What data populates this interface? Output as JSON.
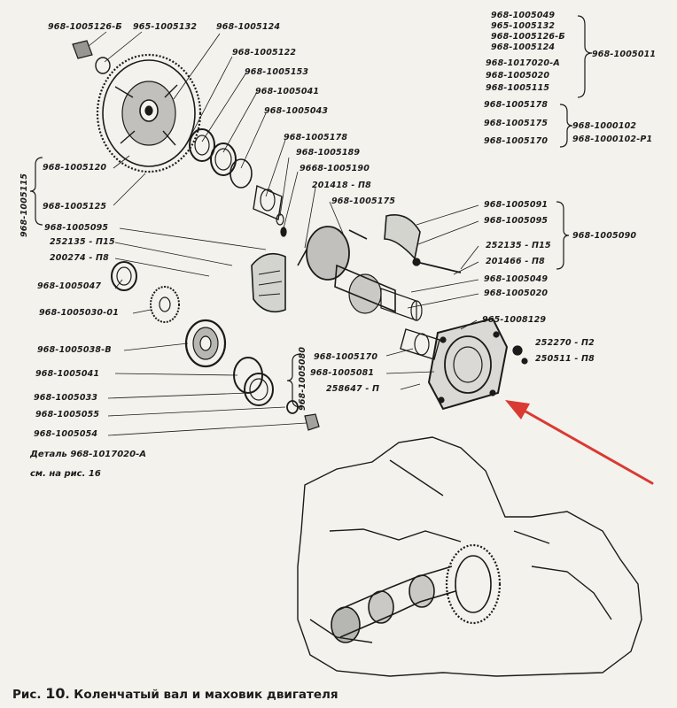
{
  "labels": [
    {
      "name": "label-968-1005126-b",
      "text": "968-1005126-Б"
    },
    {
      "name": "label-965-1005132",
      "text": "965-1005132"
    },
    {
      "name": "label-968-1005124",
      "text": "968-1005124"
    },
    {
      "name": "label-968-1005122",
      "text": "968-1005122"
    },
    {
      "name": "label-968-1005153",
      "text": "968-1005153"
    },
    {
      "name": "label-968-1005041-a",
      "text": "968-1005041"
    },
    {
      "name": "label-968-1005043",
      "text": "968-1005043"
    },
    {
      "name": "label-968-1005178",
      "text": "968-1005178"
    },
    {
      "name": "label-968-1005189",
      "text": "968-1005189"
    },
    {
      "name": "label-9668-1005190",
      "text": "9668-1005190"
    },
    {
      "name": "label-201418-p8",
      "text": "201418 - П8"
    },
    {
      "name": "label-968-1005175",
      "text": "968-1005175"
    },
    {
      "name": "label-968-1005120",
      "text": "968-1005120"
    },
    {
      "name": "label-968-1005125",
      "text": "968-1005125"
    },
    {
      "name": "label-968-1005095-left",
      "text": "968-1005095"
    },
    {
      "name": "label-252135-p15-left",
      "text": "252135 - П15"
    },
    {
      "name": "label-200274-p8",
      "text": "200274 - П8"
    },
    {
      "name": "label-968-1005047",
      "text": "968-1005047"
    },
    {
      "name": "label-968-1005030-01",
      "text": "968-1005030-01"
    },
    {
      "name": "label-968-1005038-v",
      "text": "968-1005038-В"
    },
    {
      "name": "label-968-1005041-b",
      "text": "968-1005041"
    },
    {
      "name": "label-968-1005033",
      "text": "968-1005033"
    },
    {
      "name": "label-968-1005055",
      "text": "968-1005055"
    },
    {
      "name": "label-968-1005054",
      "text": "968-1005054"
    },
    {
      "name": "label-968-1005091",
      "text": "968-1005091"
    },
    {
      "name": "label-968-1005095-right",
      "text": "968-1005095"
    },
    {
      "name": "label-252135-p15-right",
      "text": "252135 - П15"
    },
    {
      "name": "label-201466-p8",
      "text": "201466 - П8"
    },
    {
      "name": "label-968-1005049",
      "text": "968-1005049"
    },
    {
      "name": "label-968-1005020",
      "text": "968-1005020"
    },
    {
      "name": "label-965-1008129",
      "text": "965-1008129"
    },
    {
      "name": "label-252270-p2",
      "text": "252270 - П2"
    },
    {
      "name": "label-250511-p8",
      "text": "250511 - П8"
    },
    {
      "name": "label-968-1005170",
      "text": "968-1005170"
    },
    {
      "name": "label-968-1005081",
      "text": "968-1005081"
    },
    {
      "name": "label-258647-p",
      "text": "258647 - П"
    },
    {
      "name": "label-968-1005090",
      "text": "968-1005090"
    },
    {
      "name": "label-968-1005011",
      "text": "968-1005011"
    },
    {
      "name": "label-968-1000102",
      "text": "968-1000102"
    },
    {
      "name": "label-968-1000102-p1",
      "text": "968-1000102-Р1"
    }
  ],
  "vertical_labels": [
    {
      "name": "label-968-1005115-vertical",
      "text": "968-1005115"
    },
    {
      "name": "label-968-1005080-vertical",
      "text": "968-1005080"
    }
  ],
  "group_lists": {
    "flywheel_group": [
      "968-1005049",
      "965-1005132",
      "968-1005126-Б",
      "968-1005124",
      "968-1017020-А",
      "968-1005020",
      "968-1005115"
    ],
    "shaft_group": [
      "968-1005178",
      "968-1005175",
      "968-1005170"
    ]
  },
  "notes": {
    "detail_line1": "Деталь 968-1017020-А",
    "detail_line2": "см. на рис. 16"
  },
  "caption": {
    "prefix": "Рис.",
    "number": "10",
    "title": ". Коленчатый вал и маховик двигателя"
  },
  "colors": {
    "ink": "#1b1b1b",
    "paper": "#f3f2ed",
    "arrow": "#d93a32"
  }
}
